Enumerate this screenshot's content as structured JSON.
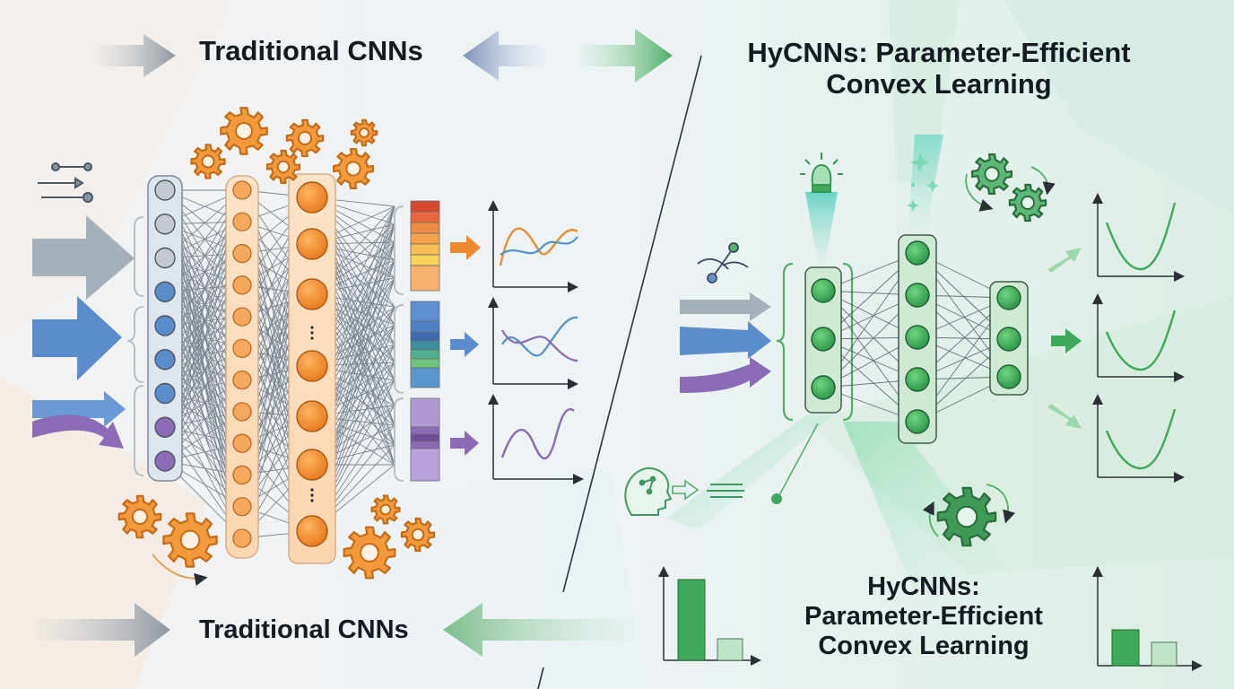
{
  "titles": {
    "left_top": "Traditional CNNs",
    "right_top": [
      "HyCNNs: Parameter-Efficient",
      "Convex Learning"
    ],
    "left_bottom": "Traditional CNNs",
    "right_bottom": [
      "HyCNNs:",
      "Parameter-Efficient",
      "Convex Learning"
    ]
  },
  "icons": {
    "gears": "gear-icon",
    "lightbulb": "lightbulb-icon",
    "brain_head": "brain-head-icon",
    "sparkles": "sparkle-icon"
  },
  "colors": {
    "traditional_accent": "#f0912e",
    "traditional_gray": "#a6b0ba",
    "traditional_blue": "#5b8ccc",
    "traditional_purple": "#8b6bb6",
    "hycnn_green": "#3ea95a",
    "hycnn_light_green": "#cfe9d4",
    "divider": "#2b3440"
  }
}
